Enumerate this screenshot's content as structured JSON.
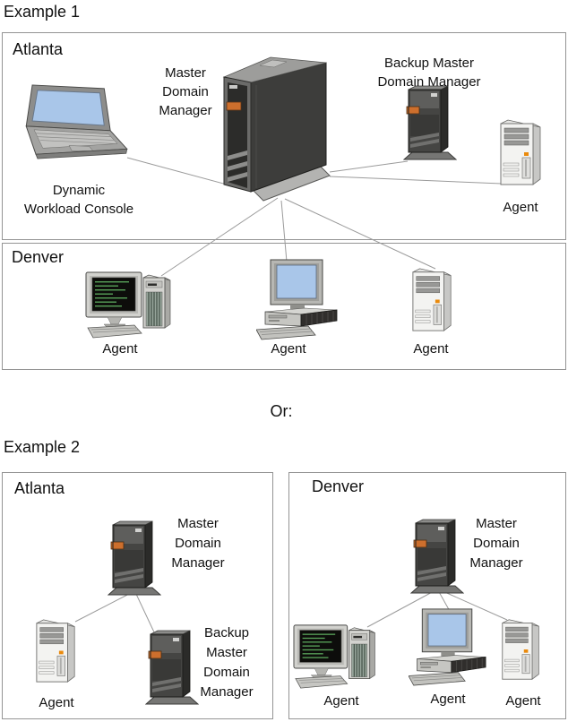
{
  "page": {
    "example1_title": "Example 1",
    "or_label": "Or:",
    "example2_title": "Example 2"
  },
  "example1": {
    "atlanta": {
      "region": "Atlanta",
      "console_label": [
        "Dynamic",
        "Workload Console"
      ],
      "master_label": [
        "Master",
        "Domain",
        "Manager"
      ],
      "backup_label": [
        "Backup Master",
        "Domain Manager"
      ],
      "agent_label": "Agent"
    },
    "denver": {
      "region": "Denver",
      "agent_labels": [
        "Agent",
        "Agent",
        "Agent"
      ]
    }
  },
  "example2": {
    "atlanta": {
      "region": "Atlanta",
      "master_label": [
        "Master",
        "Domain",
        "Manager"
      ],
      "backup_label": [
        "Backup",
        "Master",
        "Domain",
        "Manager"
      ],
      "agent_label": "Agent"
    },
    "denver": {
      "region": "Denver",
      "master_label": [
        "Master",
        "Domain",
        "Manager"
      ],
      "agent_labels": [
        "Agent",
        "Agent",
        "Agent"
      ]
    }
  },
  "icons": {
    "laptop": "laptop-icon",
    "mainframe": "mainframe-server-icon",
    "tower_server": "tower-server-icon",
    "tower_pc": "tower-pc-icon",
    "workstation": "terminal-workstation-icon",
    "desktop": "desktop-computer-icon"
  },
  "colors": {
    "accent-orange": "#cd6f2d",
    "line-gray": "#9b9b9b",
    "box-border": "#949494",
    "screen-blue": "#a9c6e9",
    "terminal-green": "#58a058",
    "text": "#111111"
  }
}
